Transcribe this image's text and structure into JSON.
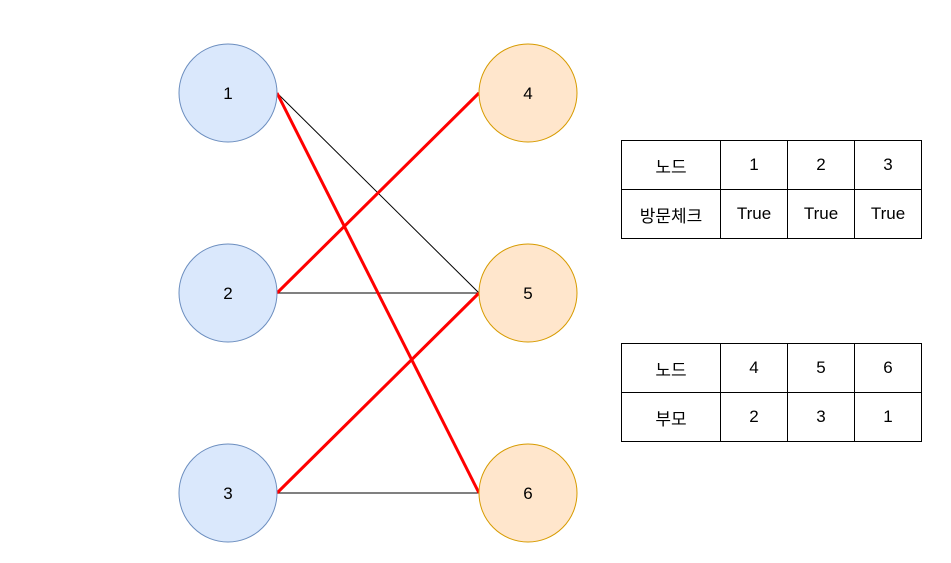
{
  "colors": {
    "left_fill": "#dae8fc",
    "left_stroke": "#6c8ebf",
    "right_fill": "#ffe6cc",
    "right_stroke": "#d79b00",
    "edge": "#000000",
    "match_edge": "#ff0000"
  },
  "left_nodes": [
    {
      "id": "1"
    },
    {
      "id": "2"
    },
    {
      "id": "3"
    }
  ],
  "right_nodes": [
    {
      "id": "4"
    },
    {
      "id": "5"
    },
    {
      "id": "6"
    }
  ],
  "edges": [
    {
      "from": "1",
      "to": "5",
      "matched": false
    },
    {
      "from": "2",
      "to": "5",
      "matched": false
    },
    {
      "from": "3",
      "to": "6",
      "matched": false
    },
    {
      "from": "1",
      "to": "6",
      "matched": true
    },
    {
      "from": "2",
      "to": "4",
      "matched": true
    },
    {
      "from": "3",
      "to": "5",
      "matched": true
    }
  ],
  "visit_table": {
    "row1": {
      "header": "노드",
      "values": [
        "1",
        "2",
        "3"
      ]
    },
    "row2": {
      "header": "방문체크",
      "values": [
        "True",
        "True",
        "True"
      ]
    }
  },
  "parent_table": {
    "row1": {
      "header": "노드",
      "values": [
        "4",
        "5",
        "6"
      ]
    },
    "row2": {
      "header": "부모",
      "values": [
        "2",
        "3",
        "1"
      ]
    }
  }
}
